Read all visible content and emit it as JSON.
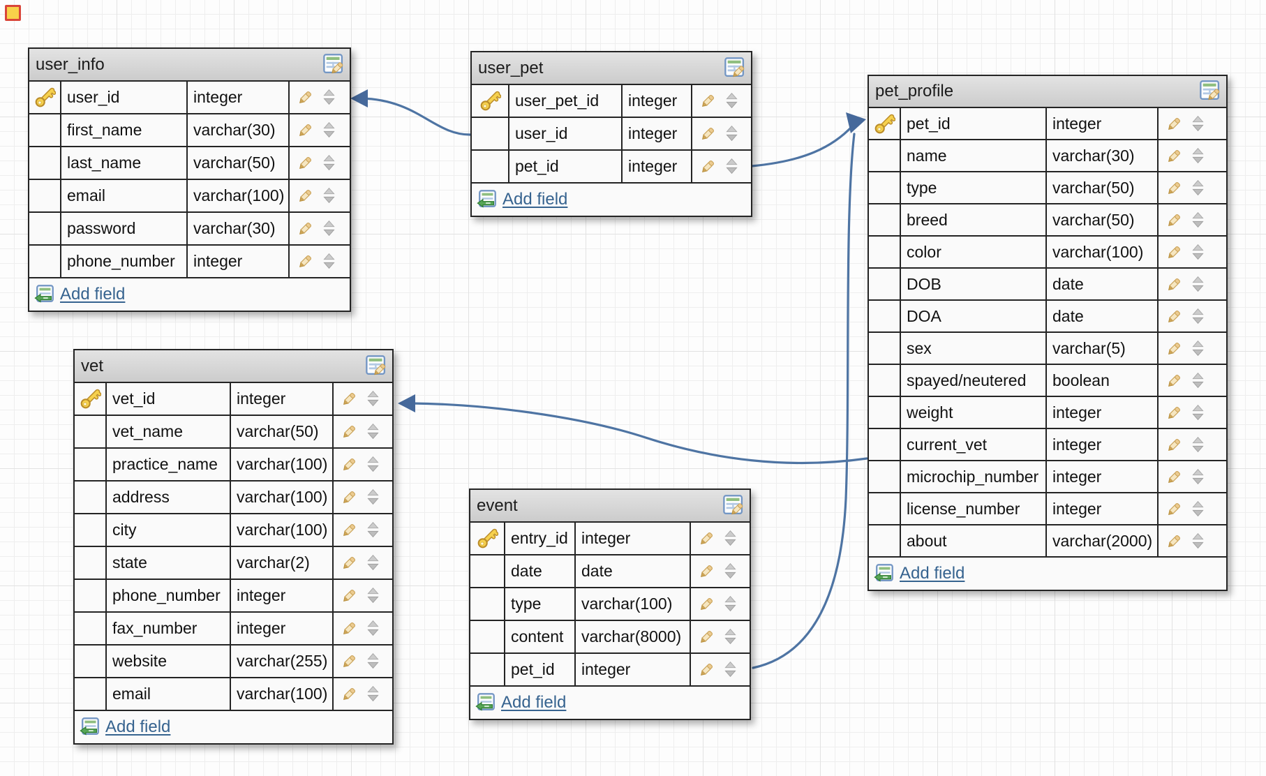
{
  "app": {
    "name": "sql-designer-canvas"
  },
  "corner_marker": {
    "fill": "#f8d24a",
    "border": "#d9453a"
  },
  "colors": {
    "connector": "#4e74a3",
    "arrowhead": "#46699b",
    "link_text": "#36638f",
    "header_bg": "#d5d5d5",
    "row_bg": "#fafafa",
    "table_border": "#242424",
    "key_gold": "#f6d14e"
  },
  "icons": [
    "key-icon",
    "pencil-icon",
    "sort-arrows-icon",
    "edit-table-icon",
    "add-field-icon"
  ],
  "tables": [
    {
      "name": "user_info",
      "add_field_label": "Add field",
      "fields": [
        {
          "name": "user_id",
          "type": "integer",
          "key": true
        },
        {
          "name": "first_name",
          "type": "varchar(30)",
          "key": false
        },
        {
          "name": "last_name",
          "type": "varchar(50)",
          "key": false
        },
        {
          "name": "email",
          "type": "varchar(100)",
          "key": false
        },
        {
          "name": "password",
          "type": "varchar(30)",
          "key": false
        },
        {
          "name": "phone_number",
          "type": "integer",
          "key": false
        }
      ]
    },
    {
      "name": "user_pet",
      "add_field_label": "Add field",
      "fields": [
        {
          "name": "user_pet_id",
          "type": "integer",
          "key": true
        },
        {
          "name": "user_id",
          "type": "integer",
          "key": false
        },
        {
          "name": "pet_id",
          "type": "integer",
          "key": false
        }
      ]
    },
    {
      "name": "pet_profile",
      "add_field_label": "Add field",
      "fields": [
        {
          "name": "pet_id",
          "type": "integer",
          "key": true
        },
        {
          "name": "name",
          "type": "varchar(30)",
          "key": false
        },
        {
          "name": "type",
          "type": "varchar(50)",
          "key": false
        },
        {
          "name": "breed",
          "type": "varchar(50)",
          "key": false
        },
        {
          "name": "color",
          "type": "varchar(100)",
          "key": false
        },
        {
          "name": "DOB",
          "type": "date",
          "key": false
        },
        {
          "name": "DOA",
          "type": "date",
          "key": false
        },
        {
          "name": "sex",
          "type": "varchar(5)",
          "key": false
        },
        {
          "name": "spayed/neutered",
          "type": "boolean",
          "key": false
        },
        {
          "name": "weight",
          "type": "integer",
          "key": false
        },
        {
          "name": "current_vet",
          "type": "integer",
          "key": false
        },
        {
          "name": "microchip_number",
          "type": "integer",
          "key": false
        },
        {
          "name": "license_number",
          "type": "integer",
          "key": false
        },
        {
          "name": "about",
          "type": "varchar(2000)",
          "key": false
        }
      ]
    },
    {
      "name": "vet",
      "add_field_label": "Add field",
      "fields": [
        {
          "name": "vet_id",
          "type": "integer",
          "key": true
        },
        {
          "name": "vet_name",
          "type": "varchar(50)",
          "key": false
        },
        {
          "name": "practice_name",
          "type": "varchar(100)",
          "key": false
        },
        {
          "name": "address",
          "type": "varchar(100)",
          "key": false
        },
        {
          "name": "city",
          "type": "varchar(100)",
          "key": false
        },
        {
          "name": "state",
          "type": "varchar(2)",
          "key": false
        },
        {
          "name": "phone_number",
          "type": "integer",
          "key": false
        },
        {
          "name": "fax_number",
          "type": "integer",
          "key": false
        },
        {
          "name": "website",
          "type": "varchar(255)",
          "key": false
        },
        {
          "name": "email",
          "type": "varchar(100)",
          "key": false
        }
      ]
    },
    {
      "name": "event",
      "add_field_label": "Add field",
      "fields": [
        {
          "name": "entry_id",
          "type": "integer",
          "key": true
        },
        {
          "name": "date",
          "type": "date",
          "key": false
        },
        {
          "name": "type",
          "type": "varchar(100)",
          "key": false
        },
        {
          "name": "content",
          "type": "varchar(8000)",
          "key": false
        },
        {
          "name": "pet_id",
          "type": "integer",
          "key": false
        }
      ]
    }
  ],
  "relations": [
    {
      "from_table": "user_pet",
      "from_field": "user_id",
      "to_table": "user_info",
      "to_field": "user_id"
    },
    {
      "from_table": "user_pet",
      "from_field": "pet_id",
      "to_table": "pet_profile",
      "to_field": "pet_id"
    },
    {
      "from_table": "event",
      "from_field": "pet_id",
      "to_table": "pet_profile",
      "to_field": "pet_id"
    },
    {
      "from_table": "pet_profile",
      "from_field": "current_vet",
      "to_table": "vet",
      "to_field": "vet_id"
    }
  ]
}
